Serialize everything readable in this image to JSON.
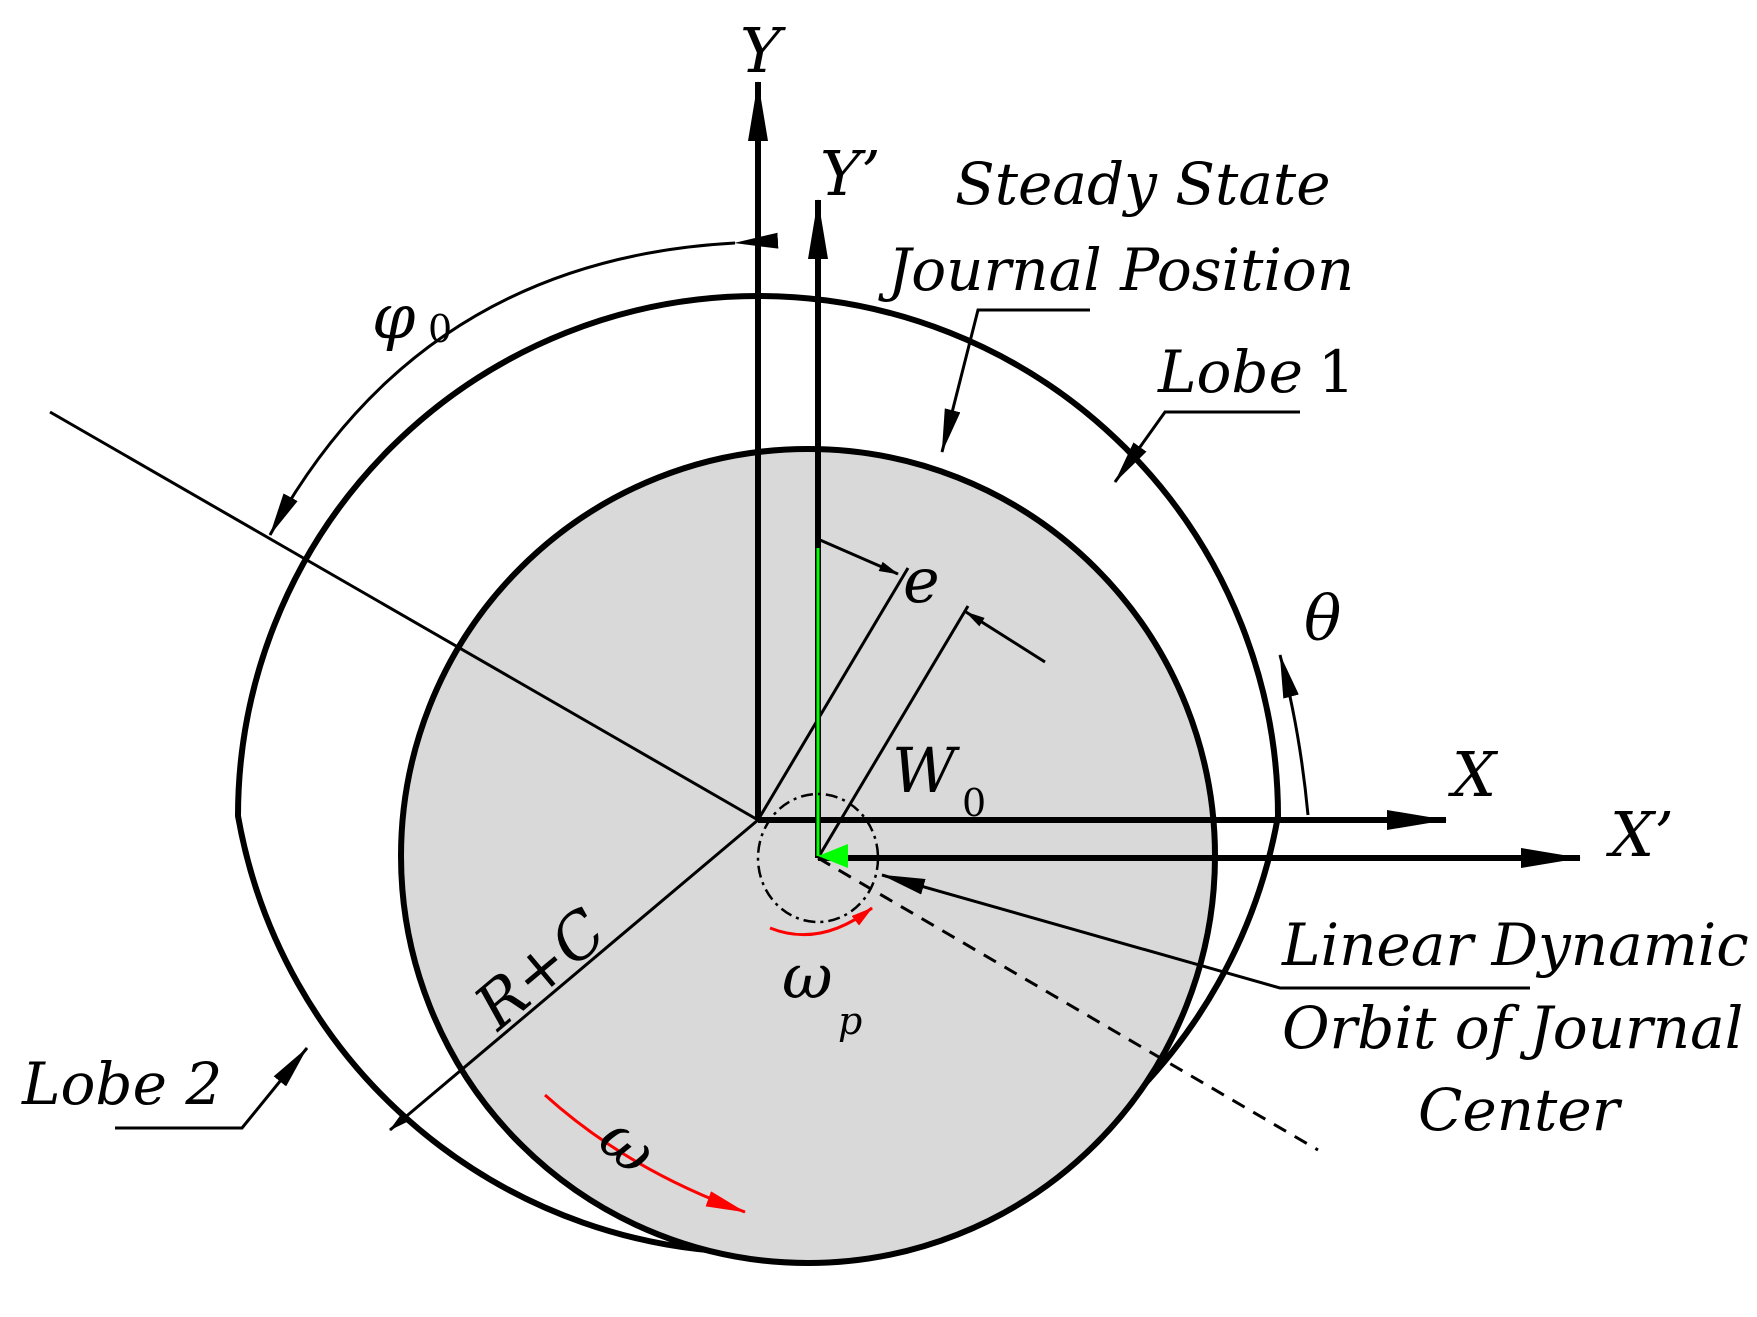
{
  "labels": {
    "y_axis": "Y",
    "y_prime_axis": "Y’",
    "x_axis": "X",
    "x_prime_axis": "X’",
    "phi_symbol": "φ",
    "phi_subscript": "0",
    "theta": "θ",
    "eccentricity": "e",
    "load_symbol": "W",
    "load_subscript": "0",
    "radius": "R+C",
    "precession_symbol": "ω",
    "precession_subscript": "p",
    "rotation": "ω",
    "steady_state_line1": "Steady State",
    "steady_state_line2": "Journal Position",
    "lobe1_word": "Lobe",
    "lobe1_number": "1",
    "lobe2": "Lobe 2",
    "orbit_line1": "Linear Dynamic",
    "orbit_line2": "Orbit of Journal",
    "orbit_line3": "Center"
  },
  "colors": {
    "journal_fill": "#d9d9d9",
    "rotation_arrow": "#ff0000",
    "load_arrow": "#00ff00",
    "line": "#000000"
  }
}
